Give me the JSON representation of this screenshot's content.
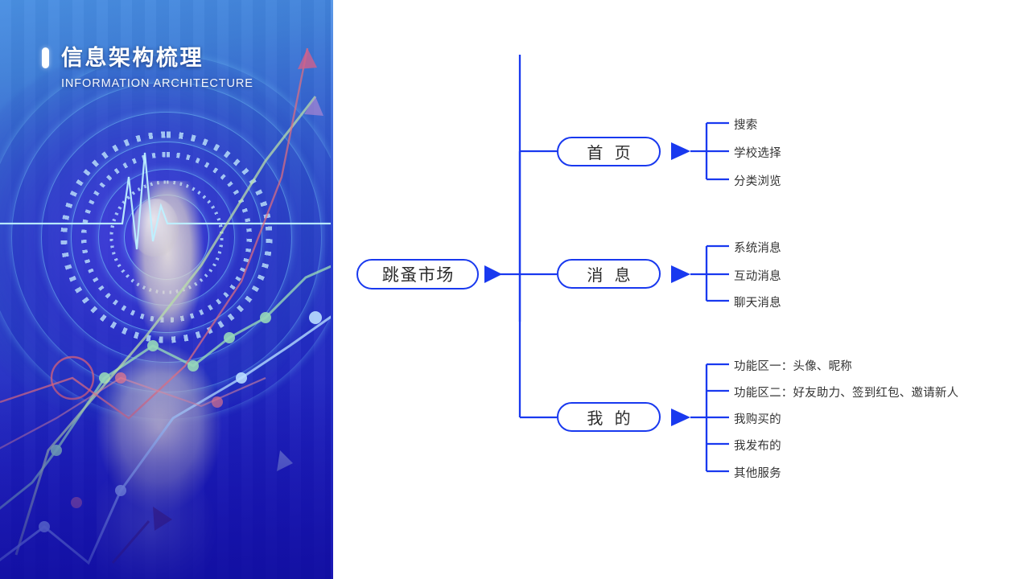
{
  "slide": {
    "title_cn": "信息架构梳理",
    "title_en": "INFORMATION ARCHITECTURE",
    "accent_color": "#1939ef",
    "text_color": "#333333",
    "hero_bg_from": "#4a90e2",
    "hero_bg_to": "#1614ad"
  },
  "chart_data": {
    "type": "diagram",
    "title": "信息架构梳理",
    "subtitle": "INFORMATION ARCHITECTURE",
    "root": "跳蚤市场",
    "branches": [
      {
        "label": "首 页",
        "leaves": [
          "搜索",
          "学校选择",
          "分类浏览"
        ]
      },
      {
        "label": "消 息",
        "leaves": [
          "系统消息",
          "互动消息",
          "聊天消息"
        ]
      },
      {
        "label": "我 的",
        "leaves": [
          "功能区一：头像、昵称",
          "功能区二：好友助力、签到红包、邀请新人",
          "我购买的",
          "我发布的",
          "其他服务"
        ]
      }
    ]
  }
}
